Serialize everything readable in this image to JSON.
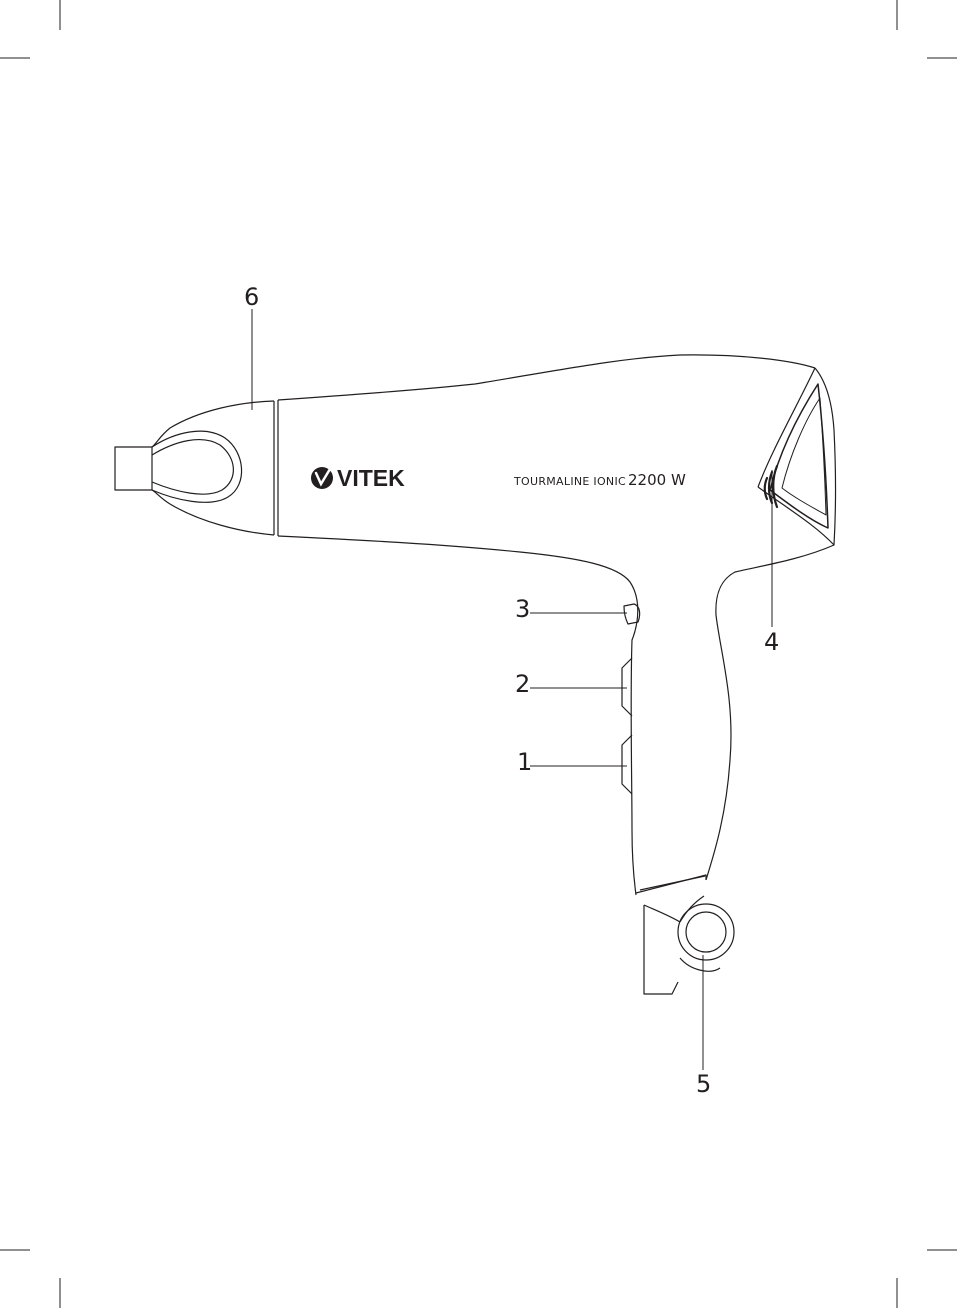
{
  "diagram": {
    "brand_name": "VITEK",
    "model_label": "TOURMALINE IONIC",
    "power_label": "2200 W",
    "callouts": {
      "c1": "1",
      "c2": "2",
      "c3": "3",
      "c4": "4",
      "c5": "5",
      "c6": "6"
    }
  },
  "colors": {
    "line": "#231f20",
    "accent_stroke": "#231f20",
    "background": "#ffffff"
  },
  "icons": {
    "brand_logo": "vitek-logo-icon"
  }
}
